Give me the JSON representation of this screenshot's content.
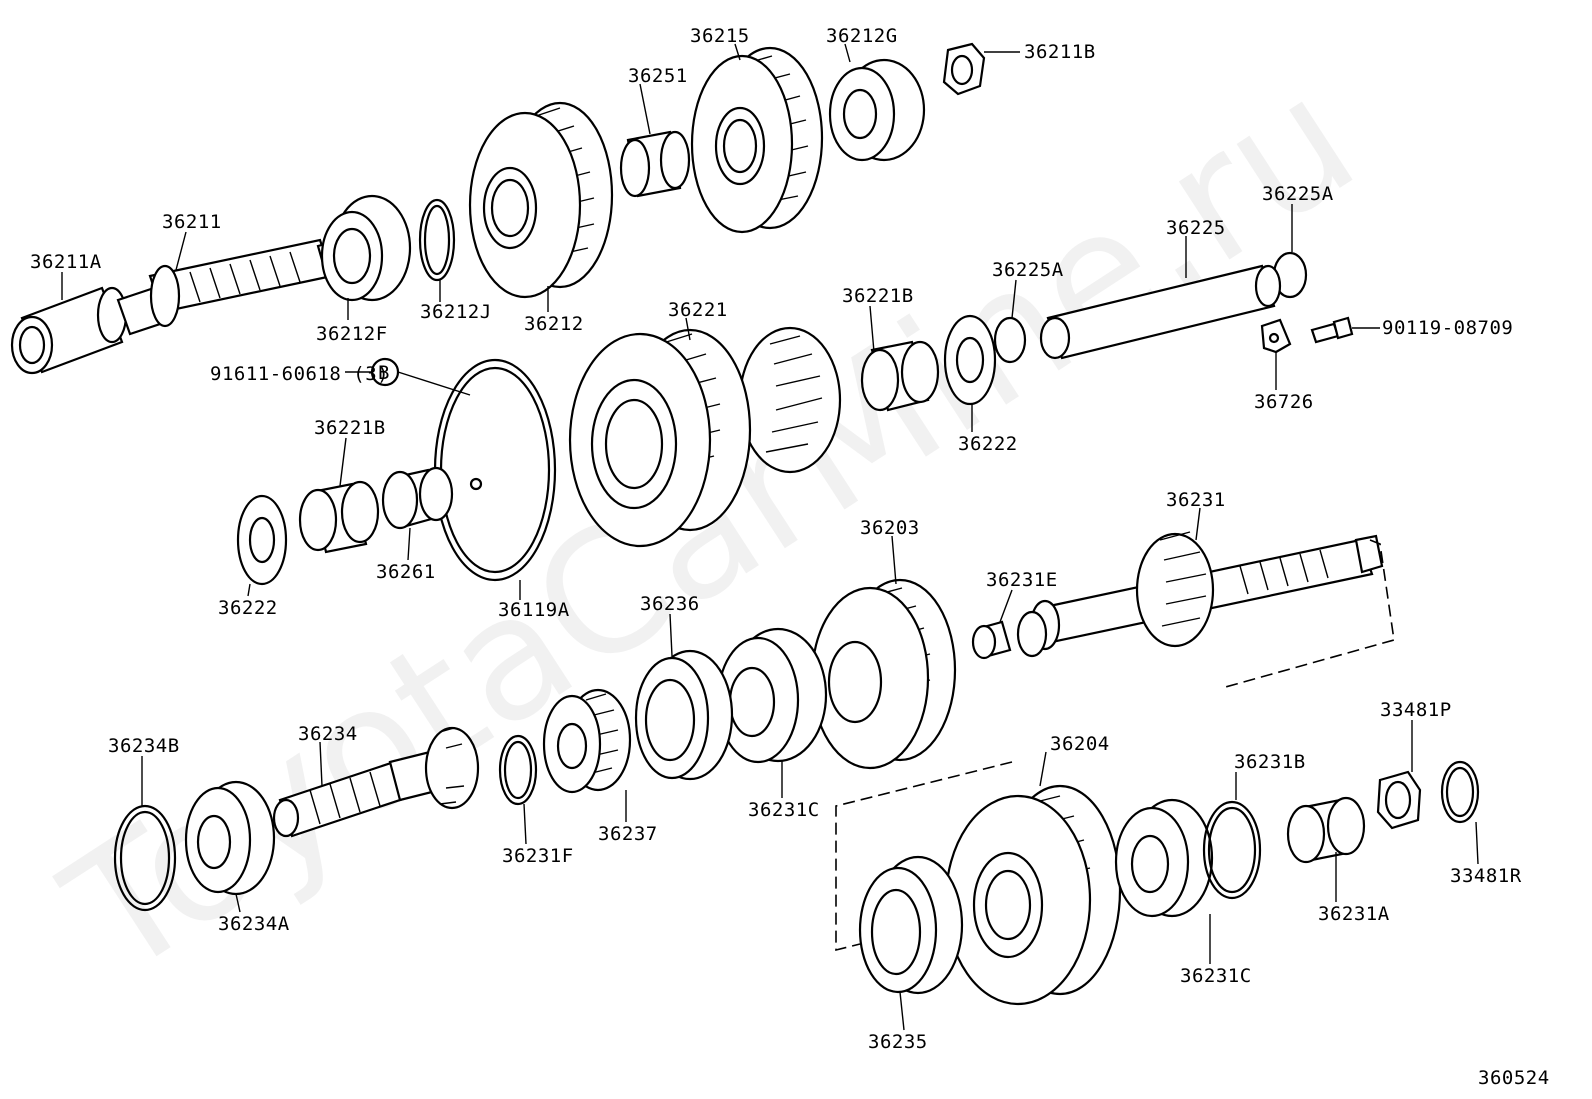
{
  "diagram_code": "360524",
  "watermark": "ToyotaCarMine.ru",
  "callout_letter": "B",
  "labels": {
    "p36215": "36215",
    "p36212G": "36212G",
    "p36211B": "36211B",
    "p36251": "36251",
    "p36211": "36211",
    "p36211A": "36211A",
    "p36212F": "36212F",
    "p36212J": "36212J",
    "p36212": "36212",
    "p36225A_top": "36225A",
    "p36225": "36225",
    "p36225A_mid": "36225A",
    "p90119": "90119-08709",
    "p36726": "36726",
    "p36221B_top": "36221B",
    "p36221": "36221",
    "p36222_right": "36222",
    "p91611": "91611-60618 (3)",
    "p36221B_left": "36221B",
    "p36261": "36261",
    "p36222_left": "36222",
    "p36119A": "36119A",
    "p36231": "36231",
    "p36203": "36203",
    "p36231E": "36231E",
    "p36236": "36236",
    "p36234B": "36234B",
    "p36234": "36234",
    "p36234A": "36234A",
    "p36231F": "36231F",
    "p36237": "36237",
    "p36231C_top": "36231C",
    "p36204": "36204",
    "p36231B": "36231B",
    "p33481P": "33481P",
    "p33481R": "33481R",
    "p36231A": "36231A",
    "p36231C_bottom": "36231C",
    "p36235": "36235"
  }
}
